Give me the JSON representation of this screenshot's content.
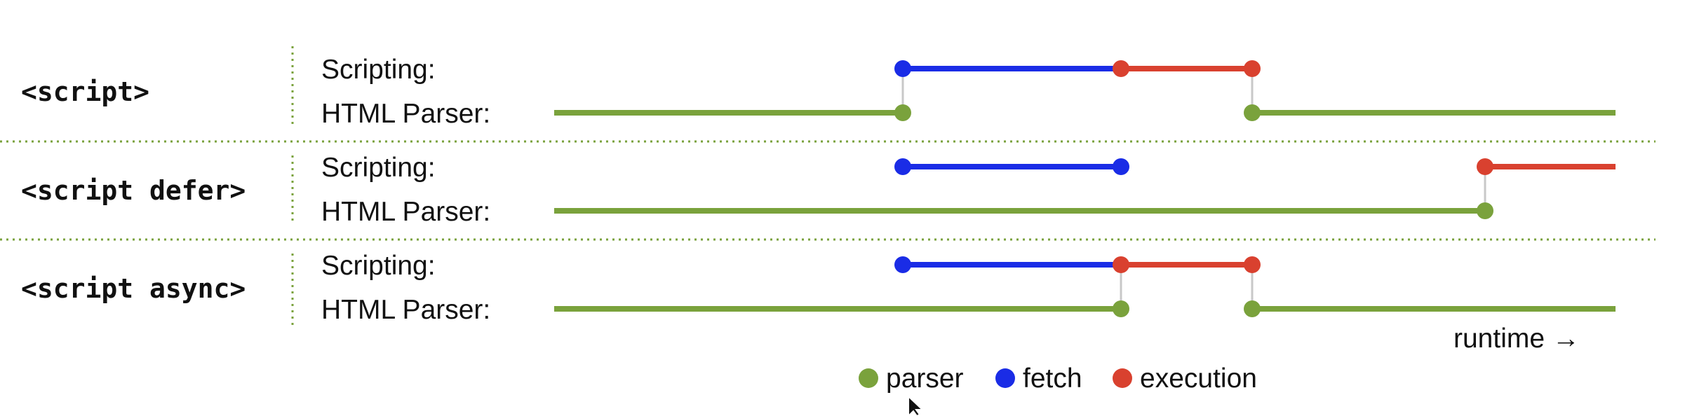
{
  "colors": {
    "parser": "#7aa23c",
    "fetch": "#1a2ce6",
    "execution": "#d9412f",
    "connector": "#c8c8c8",
    "divider": "#7aa23c"
  },
  "rows": [
    {
      "title": "<script>",
      "scripting_label": "Scripting:",
      "parser_label": "HTML Parser:"
    },
    {
      "title": "<script defer>",
      "scripting_label": "Scripting:",
      "parser_label": "HTML Parser:"
    },
    {
      "title": "<script async>",
      "scripting_label": "Scripting:",
      "parser_label": "HTML Parser:"
    }
  ],
  "axis_note": "runtime →",
  "legend": [
    {
      "key": "parser",
      "label": "parser"
    },
    {
      "key": "fetch",
      "label": "fetch"
    },
    {
      "key": "execution",
      "label": "execution"
    }
  ]
}
